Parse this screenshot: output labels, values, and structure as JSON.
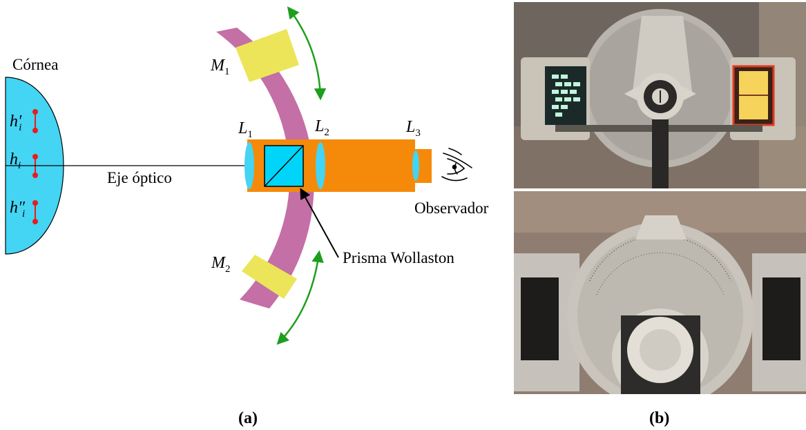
{
  "labels": {
    "cornea": "Córnea",
    "h_prime": "h′",
    "h": "h",
    "h_double_prime": "h″",
    "sub_i": "i",
    "optical_axis": "Eje óptico",
    "m1": "M",
    "m1_sub": "1",
    "m2": "M",
    "m2_sub": "2",
    "l1": "L",
    "l1_sub": "1",
    "l2": "L",
    "l2_sub": "2",
    "l3": "L",
    "l3_sub": "3",
    "observer": "Observador",
    "prism": "Prisma Wollaston"
  },
  "captions": {
    "a": "(a)",
    "b": "(b)"
  },
  "colors": {
    "cornea": "#44d4f4",
    "arc": "#c46fa6",
    "mirror": "#ece55a",
    "tube": "#f58a0a",
    "lens": "#44d4f4",
    "prism": "#00d4f8",
    "arrow": "#1e9e1e",
    "point": "#e51d1d"
  },
  "photos": {
    "top": "keratometer-front-photo",
    "bottom": "keratometer-protractor-photo"
  }
}
